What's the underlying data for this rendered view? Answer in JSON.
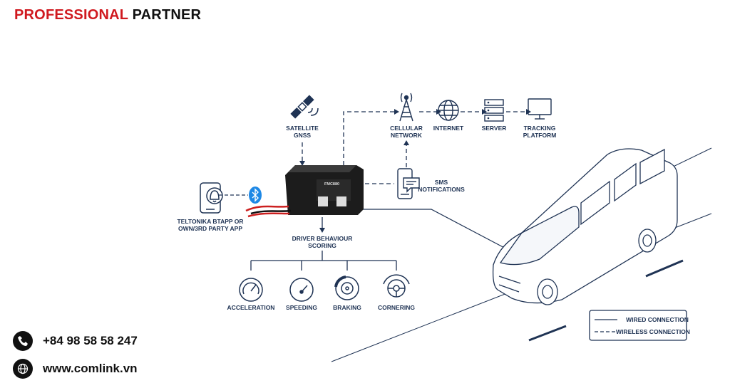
{
  "brand": {
    "part1": "PROFESSIONAL",
    "part2": "PARTNER"
  },
  "nodes": {
    "satellite": "SATELLITE\nGNSS",
    "cellular": "CELLULAR\nNETWORK",
    "internet": "INTERNET",
    "server": "SERVER",
    "tracking": "TRACKING\nPLATFORM",
    "sms": "SMS\nNOTIFICATIONS",
    "app": "TELTONIKA BTAPP OR\nOWN/3RD PARTY APP",
    "driver": "DRIVER BEHAVIOUR\nSCORING",
    "acceleration": "ACCELERATION",
    "speeding": "SPEEDING",
    "braking": "BRAKING",
    "cornering": "CORNERING"
  },
  "device": {
    "model": "FMC880"
  },
  "legend": {
    "wired": "WIRED CONNECTION",
    "wireless": "WIRELESS CONNECTION"
  },
  "contact": {
    "phone": "+84 98 58 58 247",
    "web": "www.comlink.vn"
  },
  "icons": [
    "satellite-icon",
    "cell-tower-icon",
    "globe-icon",
    "server-icon",
    "monitor-icon",
    "smartphone-icon",
    "bluetooth-icon",
    "sms-phone-icon",
    "gauge-icon",
    "speedometer-icon",
    "brake-disc-icon",
    "steering-wheel-icon",
    "phone-icon",
    "web-icon"
  ],
  "colors": {
    "brand_red": "#d0191f",
    "navy": "#1f3354",
    "bluetooth": "#1e88e5"
  }
}
